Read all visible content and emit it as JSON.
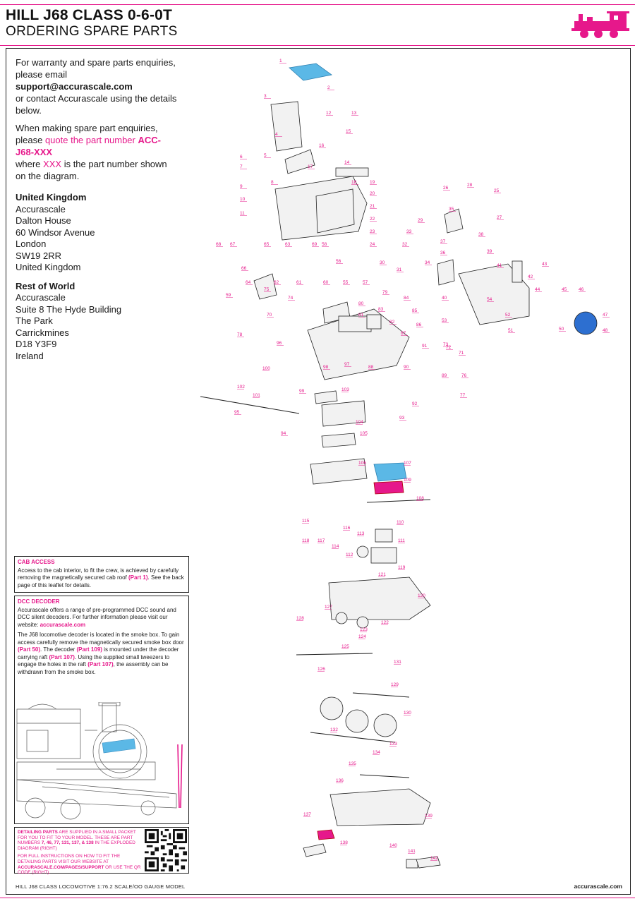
{
  "header": {
    "title": "HILL J68 CLASS 0-6-0T",
    "subtitle": "ORDERING SPARE PARTS"
  },
  "intro": {
    "line1": "For warranty and spare parts enquiries, please email",
    "email": "support@accurascale.com",
    "line2": "or contact Accurascale using the details below.",
    "p2_a": "When making spare part enquiries, please",
    "p2_b": "quote the part number",
    "p2_code": "ACC-J68-XXX",
    "p2_c": "where",
    "p2_xxx": "XXX",
    "p2_d": "is the part number shown on the diagram."
  },
  "uk": {
    "heading": "United Kingdom",
    "lines": [
      "Accurascale",
      "Dalton House",
      "60 Windsor Avenue",
      "London",
      "SW19 2RR",
      "United Kingdom"
    ]
  },
  "row": {
    "heading": "Rest of World",
    "lines": [
      "Accurascale",
      "Suite 8 The Hyde Building",
      "The Park",
      "Carrickmines",
      "D18 Y3F9",
      "Ireland"
    ]
  },
  "cab_access": {
    "heading": "CAB ACCESS",
    "text_a": "Access to the cab interior, to fit the crew, is achieved by carefully removing the magnetically secured cab roof",
    "part": "(Part 1)",
    "text_b": ". See the back page of this leaflet for details."
  },
  "dcc": {
    "heading": "DCC DECODER",
    "p1_a": "Accurascale offers a range of pre-programmed DCC sound and DCC silent decoders. For further information please visit our website:",
    "p1_link": "accurascale.com",
    "p2_a": "The J68 locomotive decoder is located in the smoke box. To gain access carefully remove the magnetically secured smoke box door",
    "p2_p50": "(Part 50)",
    "p2_b": ". The decoder",
    "p2_p109": "(Part 109)",
    "p2_c": "is mounted under the decoder carrying raft",
    "p2_p107": "(Part 107)",
    "p2_d": ". Using the supplied small tweezers to engage the holes in the raft",
    "p2_p107b": "(Part 107)",
    "p2_e": ", the assembly can be withdrawn from the smoke box."
  },
  "detailing": {
    "l1_b": "DETAILING PARTS",
    "l1": "ARE SUPPLIED IN A SMALL PACKET FOR YOU TO FIT TO YOUR MODEL. THESE ARE PART NUMBERS",
    "l1_parts": "7, 46, 77, 131, 137, & 138",
    "l1_end": "IN THE EXPLODED DIAGRAM (RIGHT)",
    "l2": "FOR FULL INSTRUCTIONS ON HOW TO FIT THE DETAILING PARTS VISIT OUR WEBSITE AT",
    "l2_link": "ACCURASCALE.COM/PAGES/SUPPORT",
    "l2_end": "OR USE THE QR CODE (RIGHT)."
  },
  "footer": {
    "left": "HILL J68 CLASS LOCOMOTIVE  1:76.2 SCALE/OO GAUGE MODEL",
    "right": "accurascale.com"
  },
  "diagram_labels": [
    "1",
    "2",
    "3",
    "4",
    "5",
    "6",
    "7",
    "8",
    "9",
    "10",
    "11",
    "12",
    "13",
    "14",
    "15",
    "16",
    "17",
    "18",
    "19",
    "20",
    "21",
    "22",
    "23",
    "24",
    "25",
    "26",
    "27",
    "28",
    "29",
    "30",
    "31",
    "32",
    "33",
    "34",
    "35",
    "36",
    "37",
    "38",
    "39",
    "40",
    "41",
    "42",
    "43",
    "44",
    "45",
    "46",
    "47",
    "48",
    "50",
    "51",
    "52",
    "53",
    "54",
    "55",
    "56",
    "57",
    "58",
    "59",
    "60",
    "61",
    "62",
    "63",
    "64",
    "65",
    "66",
    "67",
    "68",
    "69",
    "70",
    "71",
    "72",
    "73",
    "74",
    "75",
    "76",
    "77",
    "78",
    "79",
    "80",
    "81",
    "82",
    "83",
    "84",
    "85",
    "86",
    "87",
    "88",
    "89",
    "90",
    "91",
    "92",
    "93",
    "94",
    "95",
    "96",
    "97",
    "98",
    "99",
    "100",
    "101",
    "102",
    "103",
    "104",
    "105",
    "106",
    "107",
    "108",
    "109",
    "110",
    "111",
    "112",
    "113",
    "114",
    "115",
    "116",
    "117",
    "118",
    "119",
    "120",
    "121",
    "122",
    "123",
    "124",
    "125",
    "126",
    "127",
    "128",
    "129",
    "130",
    "131",
    "132",
    "133",
    "134",
    "135",
    "136",
    "137",
    "138",
    "139",
    "140",
    "141",
    "142"
  ],
  "colors": {
    "accent": "#e6188b",
    "highlight_blue": "#5bb8e6"
  }
}
